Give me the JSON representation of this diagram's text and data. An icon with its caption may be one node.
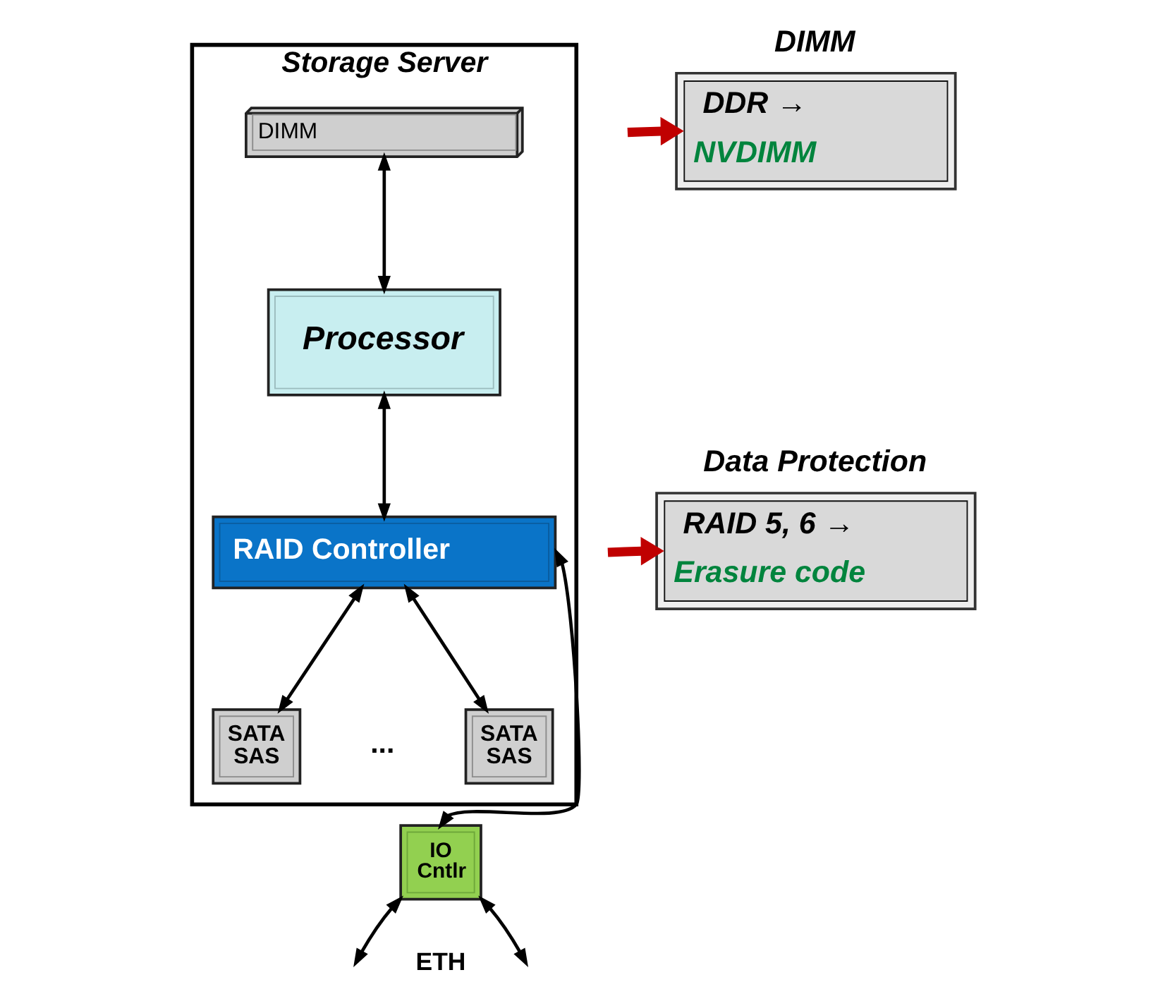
{
  "diagram": {
    "nodes": [
      {
        "text": [
          "Storage Server"
        ]
      },
      {
        "text": [
          "DIMM"
        ],
        "in": 0
      },
      {
        "text": [
          "Processor"
        ],
        "in": 0
      },
      {
        "text": [
          "RAID Controller"
        ],
        "in": 0
      },
      {
        "text": [
          "SATA SAS"
        ],
        "in": 0
      },
      {
        "text": [
          "SATA SAS"
        ],
        "in": 0
      },
      {
        "text": [
          "IO Cntlr"
        ]
      },
      {
        "text": [
          "DIMM",
          "DDR →",
          "NVDIMM"
        ]
      },
      {
        "text": [
          "Data Protection",
          "RAID 5, 6 →",
          "Erasure code"
        ]
      }
    ],
    "edges": [
      {
        "from": 1,
        "to": 2,
        "arrow": "both"
      },
      {
        "from": 2,
        "to": 3,
        "arrow": "both"
      },
      {
        "from": 3,
        "to": 4,
        "arrow": "both"
      },
      {
        "from": 3,
        "to": 5,
        "arrow": "both"
      },
      {
        "from": 3,
        "to": 6,
        "arrow": "both"
      },
      {
        "from": null,
        "to": 7,
        "arrow": "to",
        "style": "thick",
        "color": "#c00000"
      },
      {
        "from": null,
        "to": 8,
        "arrow": "to",
        "style": "thick",
        "color": "#c00000"
      },
      {
        "from": 6,
        "to": null,
        "arrow": "both"
      },
      {
        "from": 6,
        "to": null,
        "arrow": "both"
      }
    ],
    "labels": [
      "...",
      "ETH"
    ]
  }
}
